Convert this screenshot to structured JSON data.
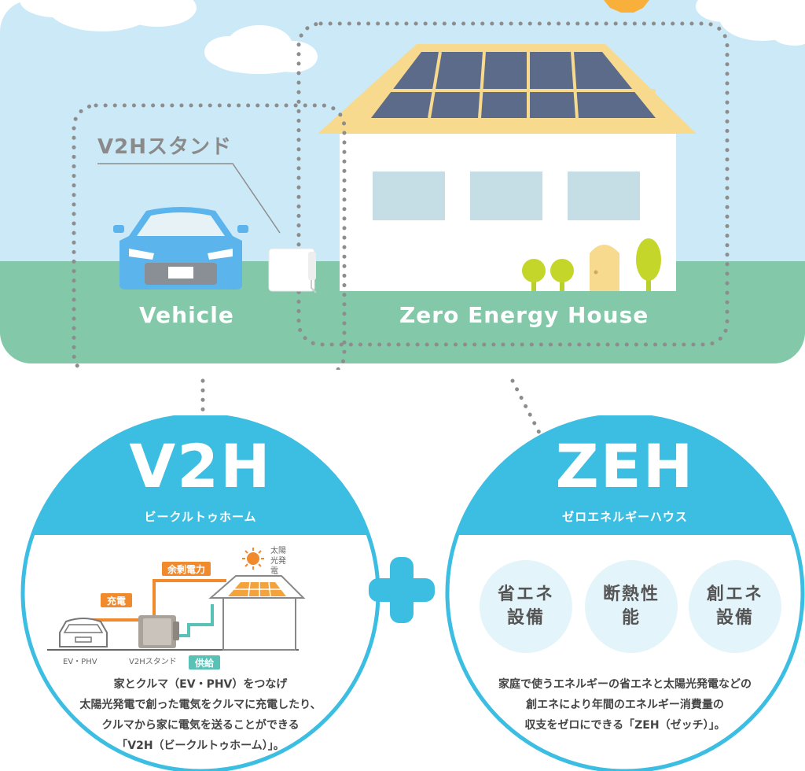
{
  "scene": {
    "stand_label": "V2Hスタンド",
    "vehicle_label": "Vehicle",
    "house_label": "Zero Energy House"
  },
  "v2h": {
    "title": "V2H",
    "subtitle": "ビークルトゥホーム",
    "diagram": {
      "solar_label": "太陽光発電",
      "surplus_label": "余剰電力",
      "charge_label": "充電",
      "supply_label": "供給",
      "ev_label": "EV・PHV",
      "stand_label": "V2Hスタンド"
    },
    "description": [
      "家とクルマ（EV・PHV）をつなげ",
      "太陽光発電で創った電気をクルマに充電したり、",
      "クルマから家に電気を送ることができる",
      "「V2H（ビークルトゥホーム）」。"
    ]
  },
  "plus_icon": "plus-icon",
  "zeh": {
    "title": "ZEH",
    "subtitle": "ゼロエネルギーハウス",
    "bubbles": [
      "省エネ設備",
      "断熱性能",
      "創エネ設備"
    ],
    "description": [
      "家庭で使うエネルギーの省エネと太陽光発電などの",
      "創エネにより年間のエネルギー消費量の",
      "収支をゼロにできる「ZEH（ゼッチ）」。"
    ]
  },
  "colors": {
    "sky": "#cce9f7",
    "ground": "#82c8a9",
    "accent_blue": "#3cbde2",
    "car_blue": "#5bb4ec",
    "roof": "#f8da8f",
    "orange": "#f08a2c",
    "teal": "#58c2b6"
  }
}
